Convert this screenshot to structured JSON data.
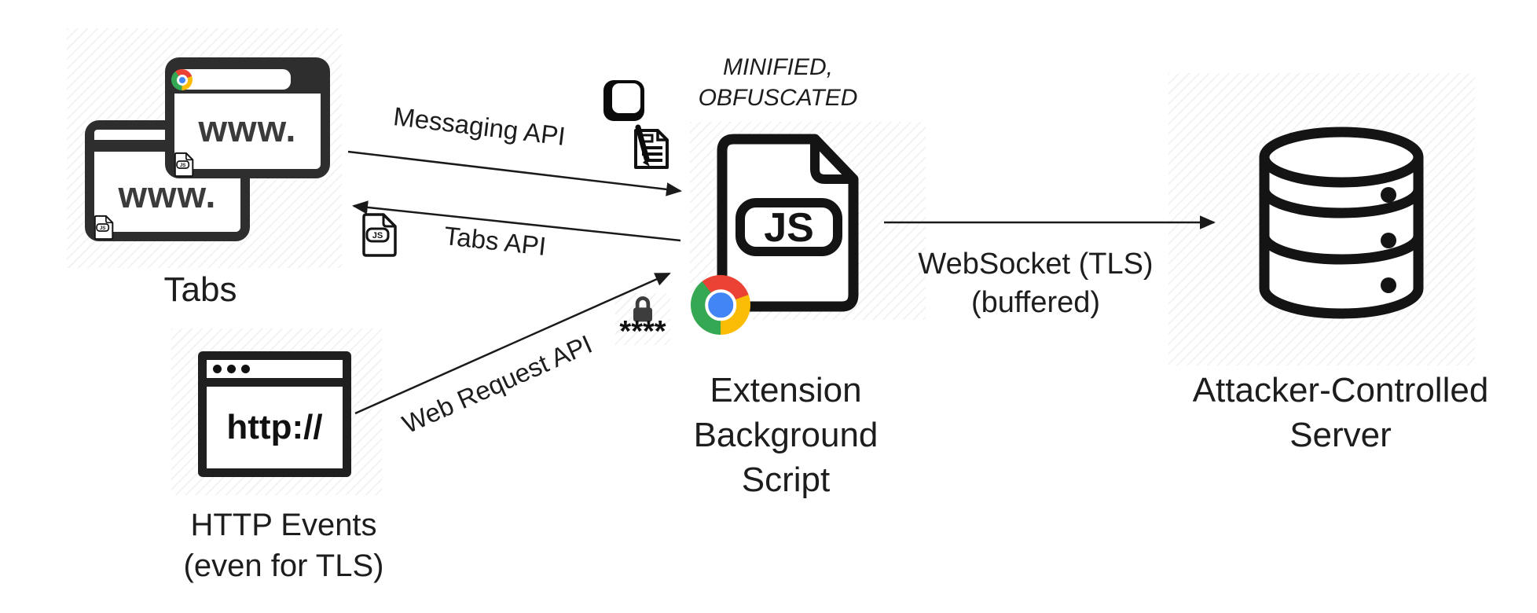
{
  "diagram": {
    "tabs_label": "Tabs",
    "http_events": [
      "HTTP Events",
      "(even for TLS)"
    ],
    "extension_label": [
      "Extension",
      "Background",
      "Script"
    ],
    "server_label": [
      "Attacker-Controlled",
      "Server"
    ],
    "minified_label": [
      "MINIFIED,",
      "OBFUSCATED"
    ],
    "arrow_labels": {
      "messaging": "Messaging API",
      "tabs": "Tabs API",
      "web_request": "Web Request API",
      "websocket": [
        "WebSocket (TLS)",
        "(buffered)"
      ]
    },
    "icon_text": {
      "www": "www.",
      "http": "http://",
      "js": "JS",
      "asterisks": "****"
    },
    "colors": {
      "ink": "#1d1d1d",
      "icon_stroke": "#141414",
      "chrome_red": "#ea4335",
      "chrome_yellow": "#fbbc05",
      "chrome_green": "#34a853",
      "chrome_blue": "#4285f4",
      "lock_gray": "#3d3d3d"
    }
  }
}
